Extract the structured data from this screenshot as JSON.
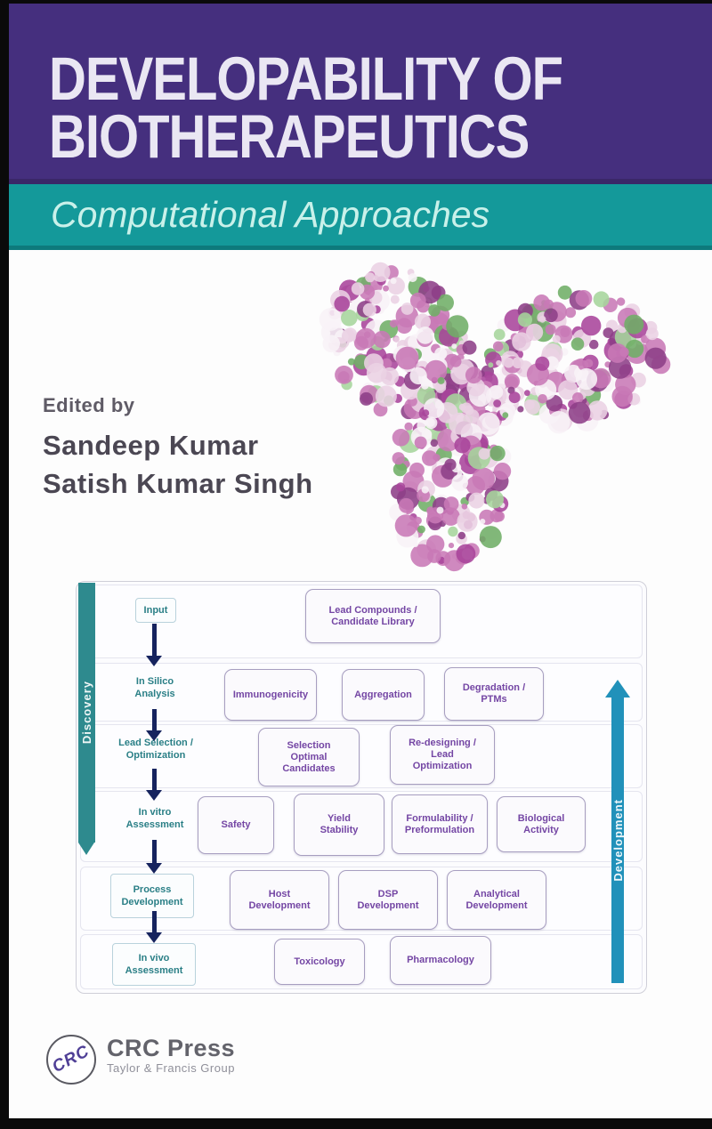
{
  "colors": {
    "header_purple": "#452f7e",
    "band_teal": "#14999a",
    "ribbon_teal": "#2e8a8e",
    "arrow_blue": "#2191ba",
    "arrow_navy": "#16235e",
    "box_text_violet": "#7446a4",
    "stage_text_teal": "#2a7f86"
  },
  "cover": {
    "title_line1": "DEVELOPABILITY OF",
    "title_line2": "BIOTHERAPEUTICS",
    "subtitle": "Computational Approaches",
    "edited_by_label": "Edited by",
    "editors": [
      "Sandeep Kumar",
      "Satish Kumar Singh"
    ]
  },
  "molecule": {
    "description": "antibody-surface-render",
    "palette": [
      {
        "c": "#c879b6",
        "w": 28
      },
      {
        "c": "#a8449b",
        "w": 14
      },
      {
        "c": "#ead2e4",
        "w": 20
      },
      {
        "c": "#f8f3f7",
        "w": 16
      },
      {
        "c": "#6fae67",
        "w": 8
      },
      {
        "c": "#a6d59c",
        "w": 6
      },
      {
        "c": "#8d3f88",
        "w": 8
      }
    ]
  },
  "flowchart": {
    "left_ribbon_label": "Discovery",
    "right_ribbon_label": "Development",
    "stages": {
      "input": "Input",
      "in_silico": "In Silico\nAnalysis",
      "lead_selection": "Lead Selection /\nOptimization",
      "in_vitro": "In vitro\nAssessment",
      "process_dev": "Process\nDevelopment",
      "in_vivo": "In vivo\nAssessment"
    },
    "rows": [
      {
        "boxes": [
          "Lead Compounds /\nCandidate Library"
        ]
      },
      {
        "boxes": [
          "Immunogenicity",
          "Aggregation",
          "Degradation /\nPTMs"
        ]
      },
      {
        "boxes": [
          "Selection\nOptimal\nCandidates",
          "Re-designing /\nLead\nOptimization"
        ]
      },
      {
        "boxes": [
          "Safety",
          "Yield\nStability",
          "Formulability /\nPreformulation",
          "Biological\nActivity"
        ]
      },
      {
        "boxes": [
          "Host\nDevelopment",
          "DSP\nDevelopment",
          "Analytical\nDevelopment"
        ]
      },
      {
        "boxes": [
          "Toxicology",
          "Pharmacology"
        ]
      }
    ]
  },
  "publisher": {
    "logo_monogram": "CRC",
    "name": "CRC Press",
    "tagline": "Taylor & Francis Group"
  }
}
